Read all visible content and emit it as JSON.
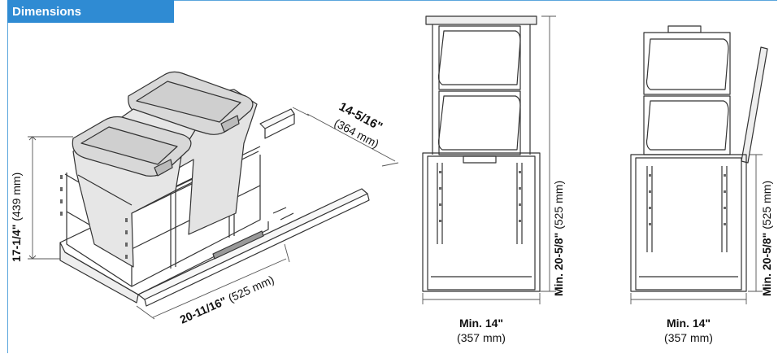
{
  "section_title": "Dimensions",
  "iso_view": {
    "height_bold": "17-1/4\"",
    "height_mm": "(439 mm)",
    "depth_bold": "20-11/16\"",
    "depth_mm": "(525 mm)",
    "width_bold": "14-5/16\"",
    "width_mm": "(364 mm)"
  },
  "front_view": {
    "height_bold": "Min. 20-5/8\"",
    "height_mm": "(525 mm)",
    "width_bold": "Min. 14\"",
    "width_mm": "(357 mm)"
  },
  "open_view": {
    "height_bold": "Min. 20-5/8\"",
    "height_mm": "(525 mm)",
    "width_bold": "Min. 14\"",
    "width_mm": "(357 mm)"
  },
  "colors": {
    "accent": "#2f8bd3",
    "frame": "#5aa6dd",
    "line": "#333333"
  }
}
